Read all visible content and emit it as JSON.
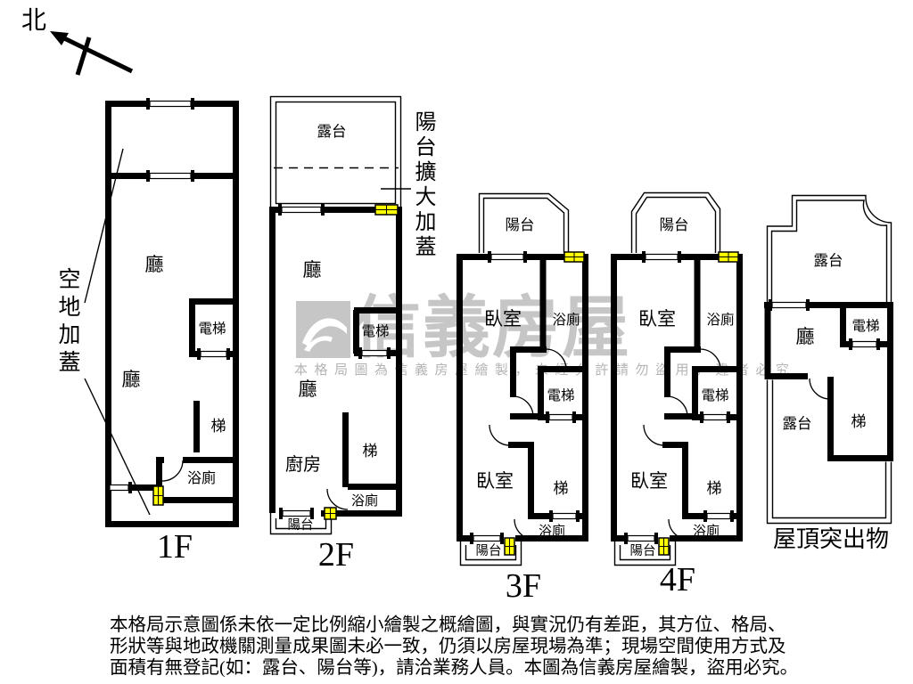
{
  "compass": {
    "north_label": "北"
  },
  "notes": {
    "left_vertical": "空地加蓋",
    "right_vertical": "陽台擴大加蓋"
  },
  "watermark": {
    "brand": "信義房屋",
    "notice": "本格局圖為信義房屋繪製，未經允許請勿盜用，違者必究"
  },
  "floors": {
    "f1": {
      "name": "1F",
      "rooms": {
        "hall_upper": "廳",
        "hall_lower": "廳",
        "elevator": "電梯",
        "stairs": "梯",
        "bath": "浴廁"
      }
    },
    "f2": {
      "name": "2F",
      "rooms": {
        "roof_terrace": "露台",
        "hall_upper": "廳",
        "elevator": "電梯",
        "hall_lower": "廳",
        "kitchen": "廚房",
        "stairs": "梯",
        "bath": "浴廁",
        "balcony": "陽台"
      }
    },
    "f3": {
      "name": "3F",
      "rooms": {
        "balcony_front": "陽台",
        "bedroom_front": "臥室",
        "bath_front": "浴廁",
        "elevator": "電梯",
        "bedroom_rear": "臥室",
        "stairs": "梯",
        "bath_rear": "浴廁",
        "balcony_rear": "陽台"
      }
    },
    "f4": {
      "name": "4F",
      "rooms": {
        "balcony_front": "陽台",
        "bedroom_front": "臥室",
        "bath_front": "浴廁",
        "elevator": "電梯",
        "bedroom_rear": "臥室",
        "stairs": "梯",
        "bath_rear": "浴廁",
        "balcony_rear": "陽台"
      }
    },
    "roof": {
      "name": "屋頂突出物",
      "rooms": {
        "terrace_front": "露台",
        "hall": "廳",
        "elevator": "電梯",
        "terrace_side": "露台",
        "stairs": "梯"
      }
    }
  },
  "disclaimer": {
    "line1": "本格局示意圖係未依一定比例縮小繪製之概繪圖，與實況仍有差距，其方位、格局、",
    "line2": "形狀等與地政機關測量成果圖未必一致，仍須以房屋現場為準；現場空間使用方式及",
    "line3": "面積有無登記(如：露台、陽台等)，請洽業務人員。本圖為信義房屋繪製，盜用必究。"
  },
  "colors": {
    "wall": "#000000",
    "door_marker": "#ffff00",
    "watermark_gray": "#c6c6c6"
  }
}
